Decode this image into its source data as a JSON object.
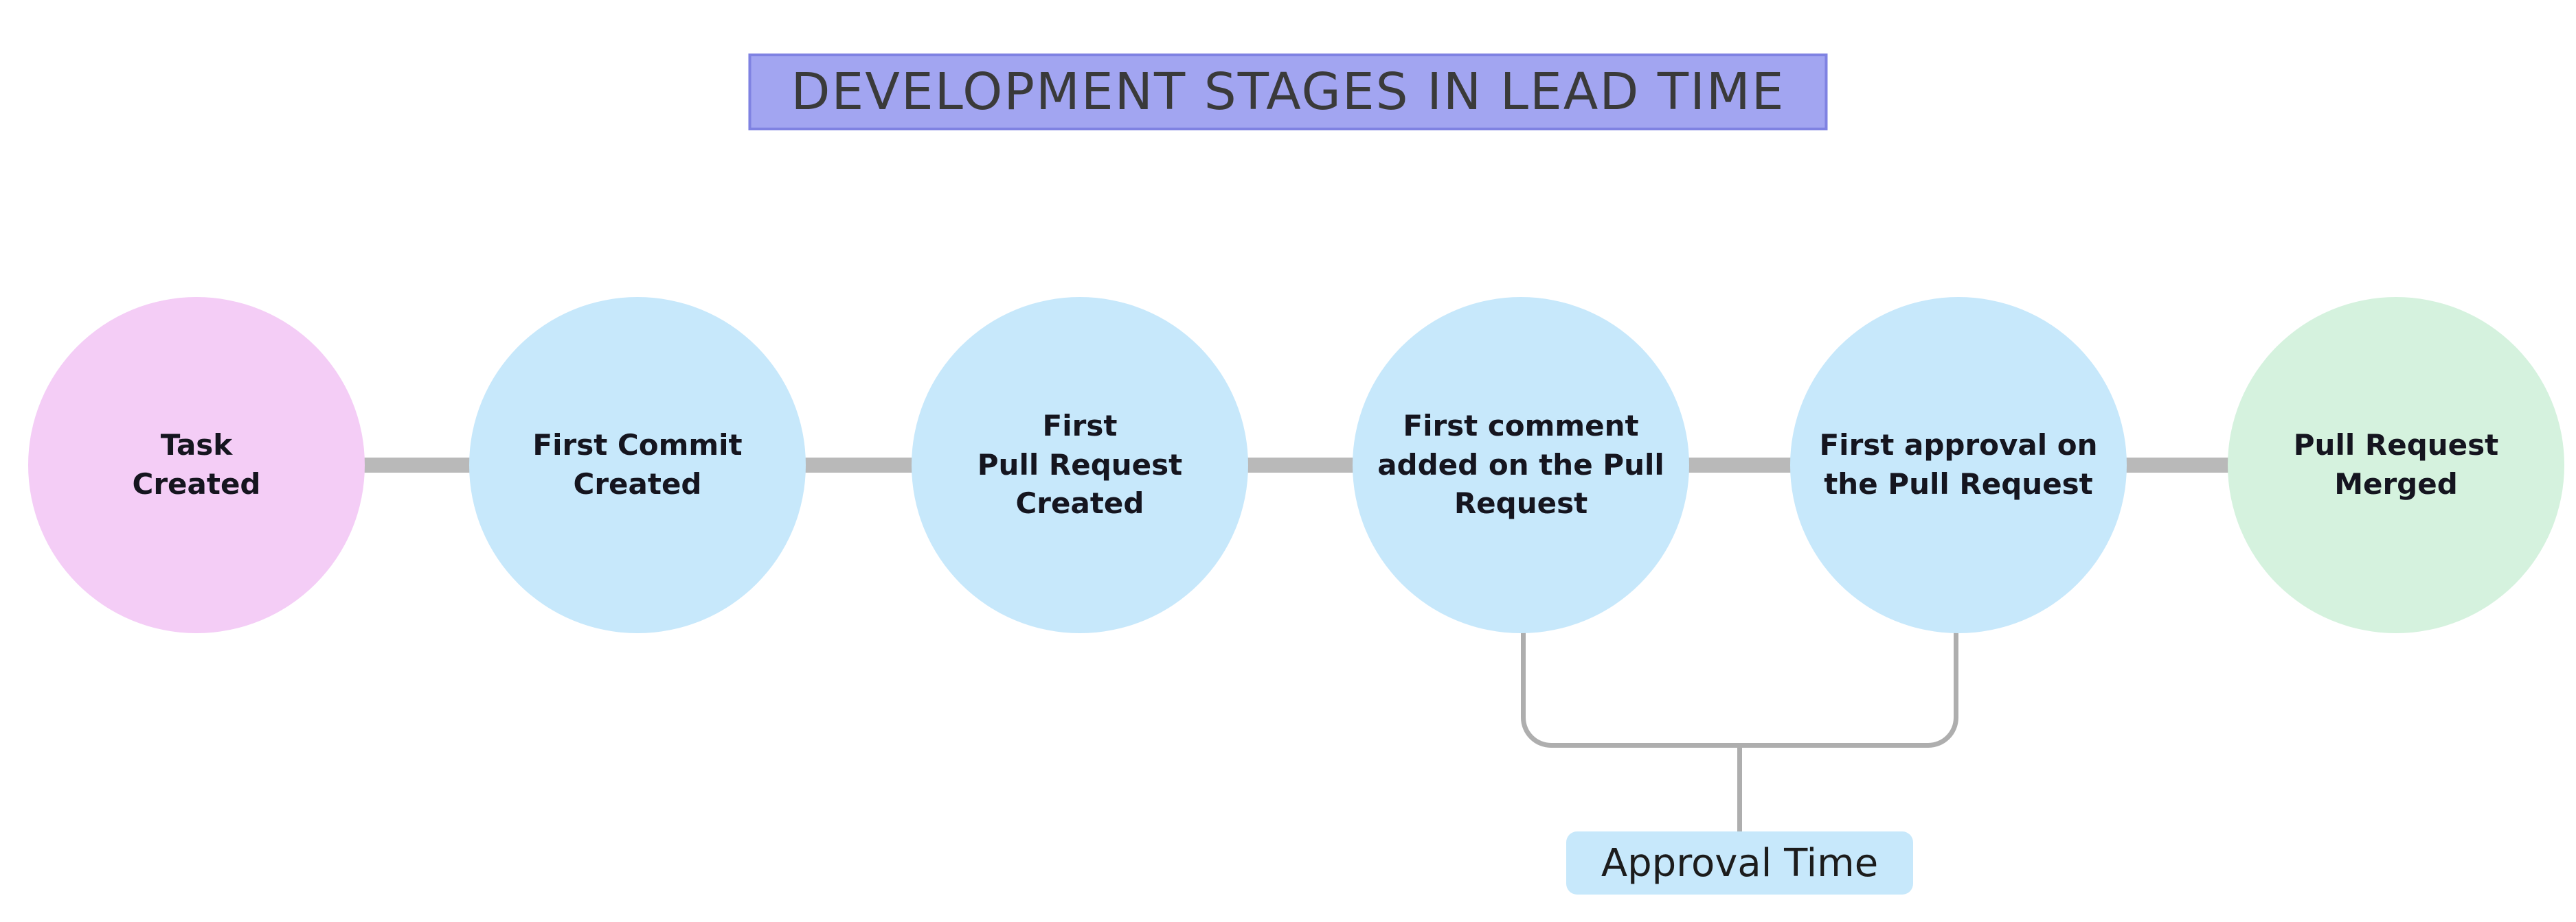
{
  "title": {
    "text": "DEVELOPMENT STAGES IN LEAD TIME"
  },
  "stages": [
    {
      "id": "task-created",
      "label": "Task\nCreated",
      "color": "#f4cdf6"
    },
    {
      "id": "first-commit-created",
      "label": "First Commit\nCreated",
      "color": "#c7e8fb"
    },
    {
      "id": "first-pull-request-created",
      "label": "First\nPull Request\nCreated",
      "color": "#c7e8fb"
    },
    {
      "id": "first-comment-added",
      "label": "First comment\nadded on the Pull\nRequest",
      "color": "#c7e8fb"
    },
    {
      "id": "first-approval",
      "label": "First approval on\nthe Pull Request",
      "color": "#c7e8fb"
    },
    {
      "id": "pull-request-merged",
      "label": "Pull Request\nMerged",
      "color": "#d5f2de"
    }
  ],
  "annotation": {
    "label": "Approval Time",
    "bg": "#c7e8fb"
  },
  "colors": {
    "background": "#ffffff",
    "title_bg": "#a2a5f1",
    "title_border": "#7f82e2",
    "title_text": "#3a3a3a",
    "connector": "#b9b9b9",
    "bracket": "#aeaeae",
    "circle_text": "#15151f"
  }
}
